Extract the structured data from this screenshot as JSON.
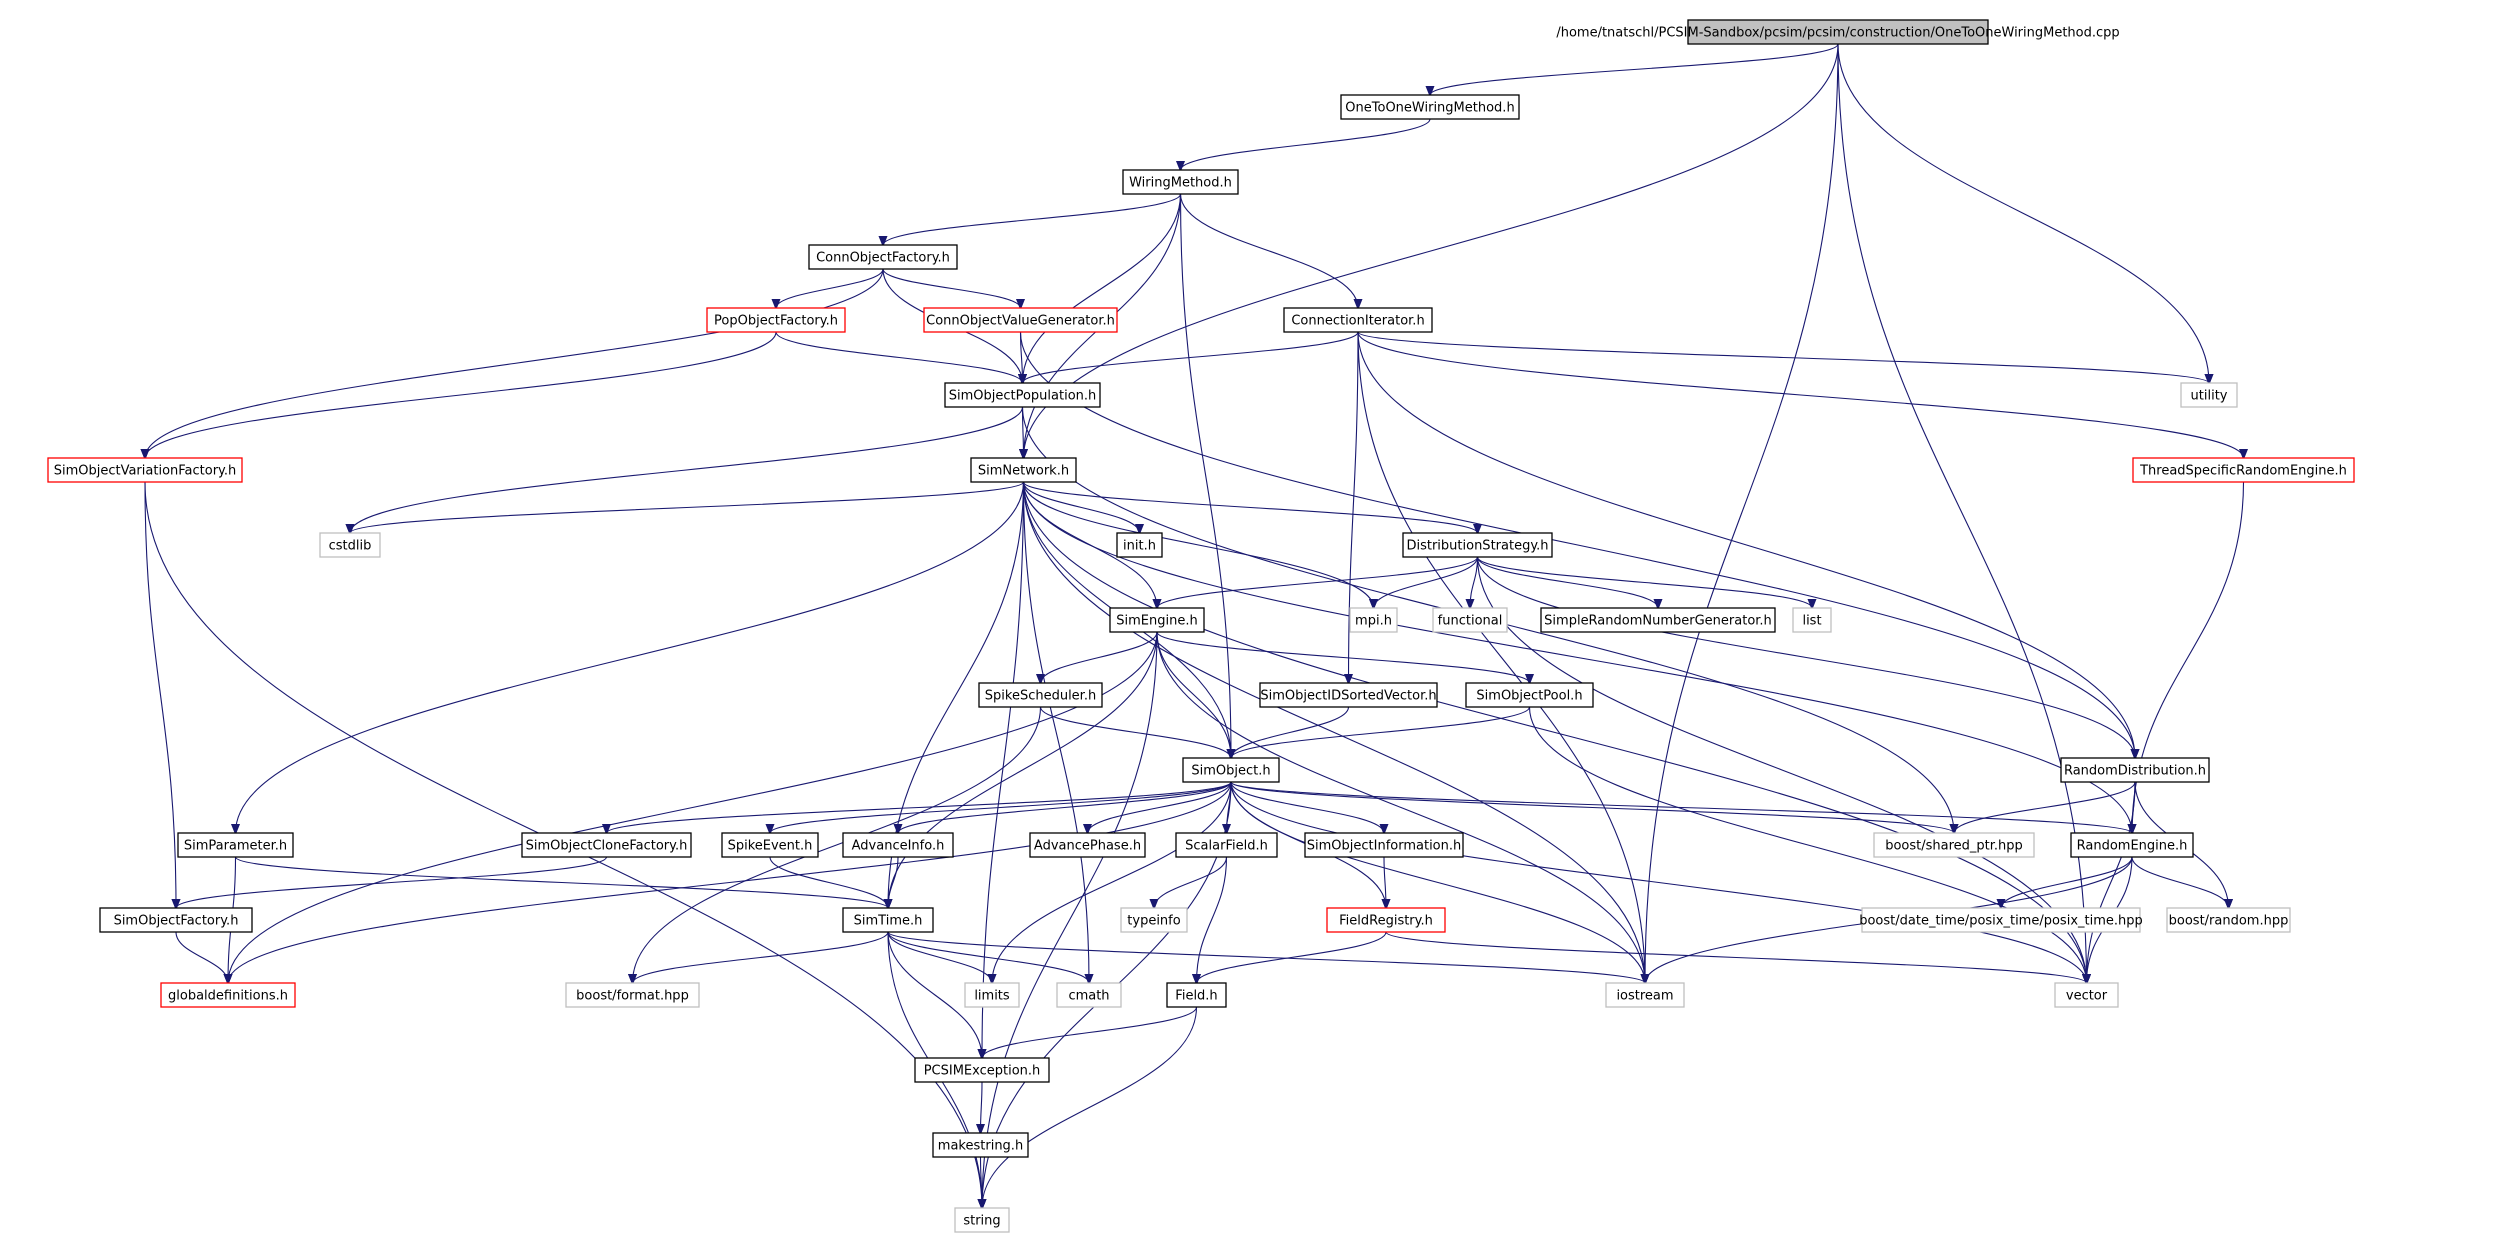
{
  "nodes": [
    {
      "id": "root",
      "label": "/home/tnatschl/PCSIM-Sandbox/pcsim/pcsim/construction/OneToOneWiringMethod.cpp",
      "kind": "root"
    },
    {
      "id": "otowm",
      "label": "OneToOneWiringMethod.h",
      "kind": "normal"
    },
    {
      "id": "wm",
      "label": "WiringMethod.h",
      "kind": "normal"
    },
    {
      "id": "cof",
      "label": "ConnObjectFactory.h",
      "kind": "normal"
    },
    {
      "id": "pof",
      "label": "PopObjectFactory.h",
      "kind": "red"
    },
    {
      "id": "covg",
      "label": "ConnObjectValueGenerator.h",
      "kind": "red"
    },
    {
      "id": "ci",
      "label": "ConnectionIterator.h",
      "kind": "normal"
    },
    {
      "id": "utility",
      "label": "utility",
      "kind": "gray"
    },
    {
      "id": "sop",
      "label": "SimObjectPopulation.h",
      "kind": "normal"
    },
    {
      "id": "sovf",
      "label": "SimObjectVariationFactory.h",
      "kind": "red"
    },
    {
      "id": "sn",
      "label": "SimNetwork.h",
      "kind": "normal"
    },
    {
      "id": "tsre",
      "label": "ThreadSpecificRandomEngine.h",
      "kind": "red"
    },
    {
      "id": "cstdlib",
      "label": "cstdlib",
      "kind": "gray"
    },
    {
      "id": "init",
      "label": "init.h",
      "kind": "normal"
    },
    {
      "id": "ds",
      "label": "DistributionStrategy.h",
      "kind": "normal"
    },
    {
      "id": "mpi",
      "label": "mpi.h",
      "kind": "gray"
    },
    {
      "id": "functional",
      "label": "functional",
      "kind": "gray"
    },
    {
      "id": "srng",
      "label": "SimpleRandomNumberGenerator.h",
      "kind": "normal"
    },
    {
      "id": "list",
      "label": "list",
      "kind": "gray"
    },
    {
      "id": "se",
      "label": "SimEngine.h",
      "kind": "normal"
    },
    {
      "id": "ss",
      "label": "SpikeScheduler.h",
      "kind": "normal"
    },
    {
      "id": "soidsv",
      "label": "SimObjectIDSortedVector.h",
      "kind": "normal"
    },
    {
      "id": "sopool",
      "label": "SimObjectPool.h",
      "kind": "normal"
    },
    {
      "id": "so",
      "label": "SimObject.h",
      "kind": "normal"
    },
    {
      "id": "rd",
      "label": "RandomDistribution.h",
      "kind": "normal"
    },
    {
      "id": "sp",
      "label": "SimParameter.h",
      "kind": "normal"
    },
    {
      "id": "socf",
      "label": "SimObjectCloneFactory.h",
      "kind": "normal"
    },
    {
      "id": "spe",
      "label": "SpikeEvent.h",
      "kind": "normal"
    },
    {
      "id": "ai",
      "label": "AdvanceInfo.h",
      "kind": "normal"
    },
    {
      "id": "ap",
      "label": "AdvancePhase.h",
      "kind": "normal"
    },
    {
      "id": "sf",
      "label": "ScalarField.h",
      "kind": "normal"
    },
    {
      "id": "soi",
      "label": "SimObjectInformation.h",
      "kind": "normal"
    },
    {
      "id": "sptr",
      "label": "boost/shared_ptr.hpp",
      "kind": "gray"
    },
    {
      "id": "re",
      "label": "RandomEngine.h",
      "kind": "normal"
    },
    {
      "id": "sof",
      "label": "SimObjectFactory.h",
      "kind": "normal"
    },
    {
      "id": "st",
      "label": "SimTime.h",
      "kind": "normal"
    },
    {
      "id": "typeinfo",
      "label": "typeinfo",
      "kind": "gray"
    },
    {
      "id": "fr",
      "label": "FieldRegistry.h",
      "kind": "red"
    },
    {
      "id": "pt",
      "label": "boost/date_time/posix_time/posix_time.hpp",
      "kind": "gray"
    },
    {
      "id": "brand",
      "label": "boost/random.hpp",
      "kind": "gray"
    },
    {
      "id": "gd",
      "label": "globaldefinitions.h",
      "kind": "red"
    },
    {
      "id": "bf",
      "label": "boost/format.hpp",
      "kind": "gray"
    },
    {
      "id": "limits",
      "label": "limits",
      "kind": "gray"
    },
    {
      "id": "cmath",
      "label": "cmath",
      "kind": "gray"
    },
    {
      "id": "field",
      "label": "Field.h",
      "kind": "normal"
    },
    {
      "id": "iostream",
      "label": "iostream",
      "kind": "gray"
    },
    {
      "id": "vector",
      "label": "vector",
      "kind": "gray"
    },
    {
      "id": "pcsimex",
      "label": "PCSIMException.h",
      "kind": "normal"
    },
    {
      "id": "ms",
      "label": "makestring.h",
      "kind": "normal"
    },
    {
      "id": "string",
      "label": "string",
      "kind": "gray"
    }
  ],
  "edges": [
    [
      "root",
      "otowm"
    ],
    [
      "root",
      "utility"
    ],
    [
      "root",
      "sn"
    ],
    [
      "root",
      "iostream"
    ],
    [
      "root",
      "vector"
    ],
    [
      "otowm",
      "wm"
    ],
    [
      "wm",
      "cof"
    ],
    [
      "wm",
      "ci"
    ],
    [
      "wm",
      "sop"
    ],
    [
      "wm",
      "sn"
    ],
    [
      "wm",
      "so"
    ],
    [
      "cof",
      "pof"
    ],
    [
      "cof",
      "covg"
    ],
    [
      "cof",
      "sop"
    ],
    [
      "cof",
      "sovf"
    ],
    [
      "pof",
      "sop"
    ],
    [
      "pof",
      "sovf"
    ],
    [
      "covg",
      "sop"
    ],
    [
      "covg",
      "rd"
    ],
    [
      "ci",
      "sop"
    ],
    [
      "ci",
      "utility"
    ],
    [
      "ci",
      "tsre"
    ],
    [
      "ci",
      "rd"
    ],
    [
      "ci",
      "soidsv"
    ],
    [
      "ci",
      "iostream"
    ],
    [
      "sop",
      "sn"
    ],
    [
      "sop",
      "cstdlib"
    ],
    [
      "sop",
      "sptr"
    ],
    [
      "sovf",
      "sof"
    ],
    [
      "sovf",
      "string"
    ],
    [
      "tsre",
      "re"
    ],
    [
      "sn",
      "cstdlib"
    ],
    [
      "sn",
      "init"
    ],
    [
      "sn",
      "ds"
    ],
    [
      "sn",
      "mpi"
    ],
    [
      "sn",
      "se"
    ],
    [
      "sn",
      "so"
    ],
    [
      "sn",
      "sp"
    ],
    [
      "sn",
      "st"
    ],
    [
      "sn",
      "pcsimex"
    ],
    [
      "sn",
      "iostream"
    ],
    [
      "sn",
      "vector"
    ],
    [
      "sn",
      "re"
    ],
    [
      "sn",
      "cmath"
    ],
    [
      "ds",
      "mpi"
    ],
    [
      "ds",
      "functional"
    ],
    [
      "ds",
      "srng"
    ],
    [
      "ds",
      "list"
    ],
    [
      "ds",
      "se"
    ],
    [
      "ds",
      "rd"
    ],
    [
      "ds",
      "vector"
    ],
    [
      "se",
      "ss"
    ],
    [
      "se",
      "sopool"
    ],
    [
      "se",
      "so"
    ],
    [
      "se",
      "gd"
    ],
    [
      "se",
      "st"
    ],
    [
      "se",
      "iostream"
    ],
    [
      "se",
      "string"
    ],
    [
      "ss",
      "so"
    ],
    [
      "ss",
      "bf"
    ],
    [
      "soidsv",
      "so"
    ],
    [
      "sopool",
      "so"
    ],
    [
      "sopool",
      "vector"
    ],
    [
      "so",
      "socf"
    ],
    [
      "so",
      "spe"
    ],
    [
      "so",
      "ai"
    ],
    [
      "so",
      "ap"
    ],
    [
      "so",
      "sf"
    ],
    [
      "so",
      "soi"
    ],
    [
      "so",
      "fr"
    ],
    [
      "so",
      "sptr"
    ],
    [
      "so",
      "re"
    ],
    [
      "so",
      "limits"
    ],
    [
      "so",
      "iostream"
    ],
    [
      "so",
      "vector"
    ],
    [
      "so",
      "gd"
    ],
    [
      "so",
      "string"
    ],
    [
      "rd",
      "sptr"
    ],
    [
      "rd",
      "re"
    ],
    [
      "rd",
      "brand"
    ],
    [
      "rd",
      "vector"
    ],
    [
      "re",
      "pt"
    ],
    [
      "re",
      "brand"
    ],
    [
      "re",
      "iostream"
    ],
    [
      "re",
      "vector"
    ],
    [
      "sp",
      "gd"
    ],
    [
      "sp",
      "st"
    ],
    [
      "socf",
      "sof"
    ],
    [
      "spe",
      "st"
    ],
    [
      "ai",
      "st"
    ],
    [
      "sf",
      "typeinfo"
    ],
    [
      "sf",
      "field"
    ],
    [
      "soi",
      "fr"
    ],
    [
      "fr",
      "field"
    ],
    [
      "fr",
      "vector"
    ],
    [
      "sof",
      "gd"
    ],
    [
      "st",
      "bf"
    ],
    [
      "st",
      "limits"
    ],
    [
      "st",
      "cmath"
    ],
    [
      "st",
      "pcsimex"
    ],
    [
      "st",
      "string"
    ],
    [
      "st",
      "iostream"
    ],
    [
      "field",
      "pcsimex"
    ],
    [
      "field",
      "string"
    ],
    [
      "pcsimex",
      "ms"
    ],
    [
      "ms",
      "string"
    ]
  ]
}
